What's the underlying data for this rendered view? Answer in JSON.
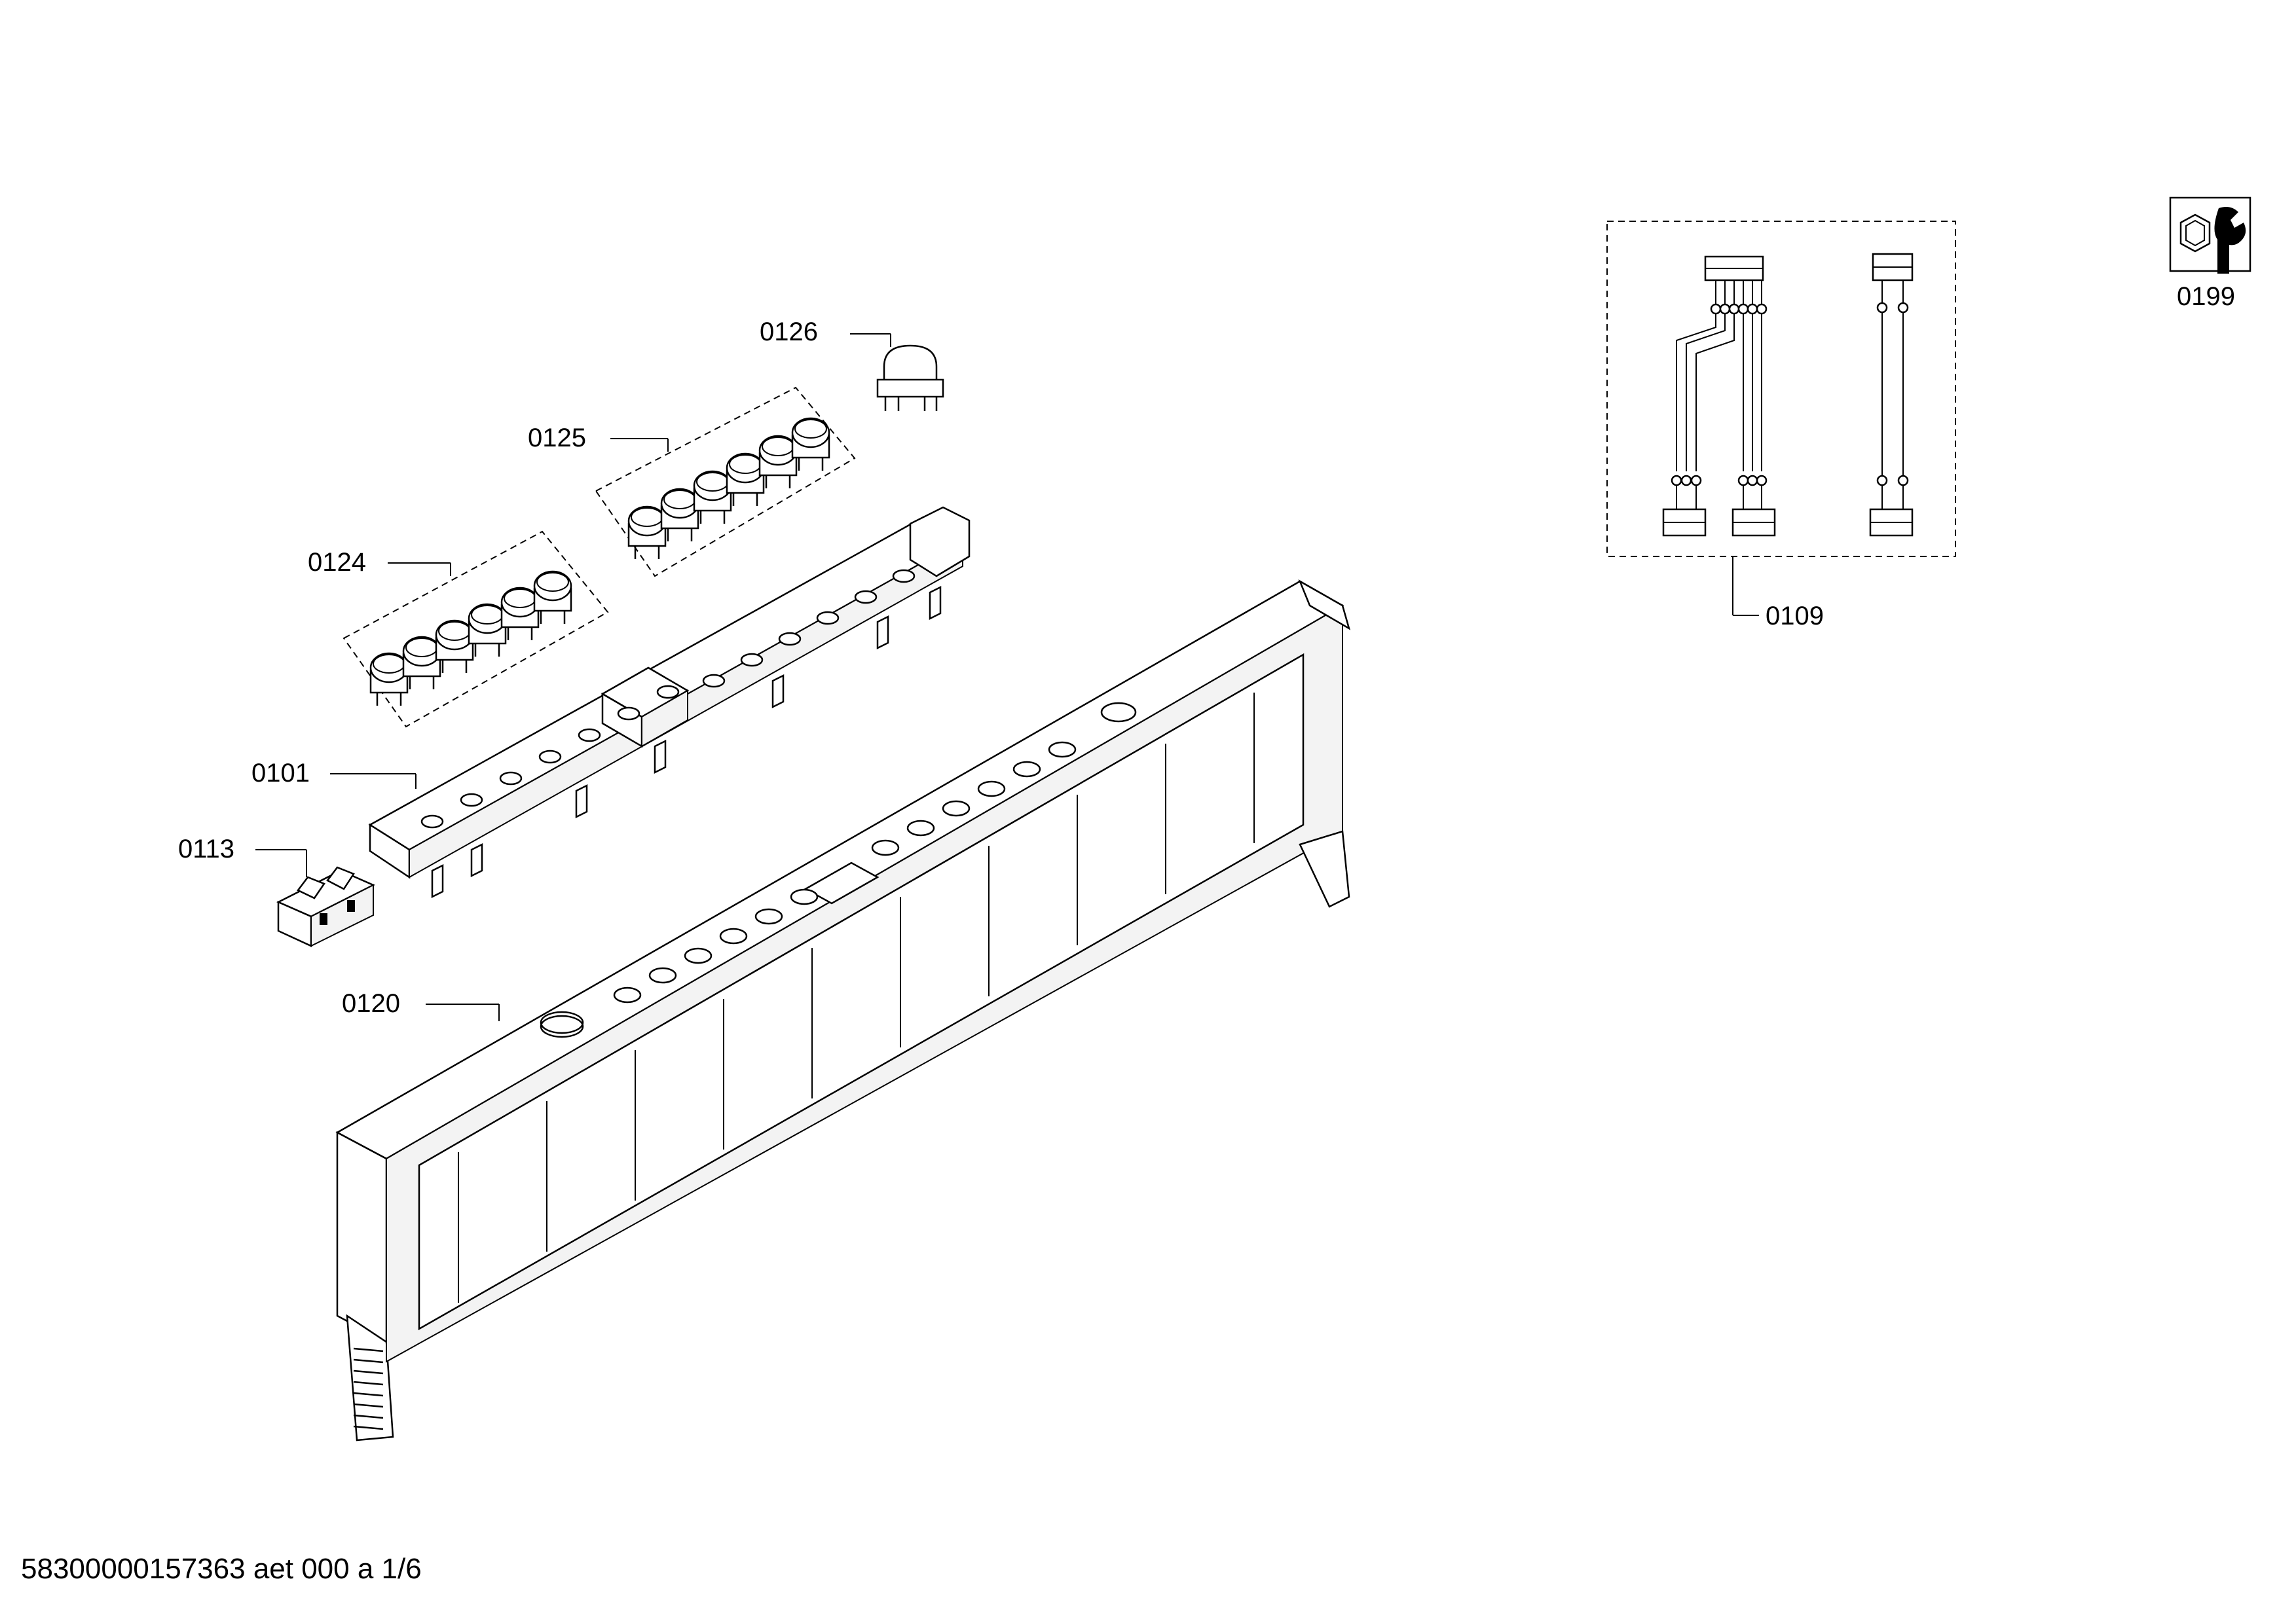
{
  "diagram": {
    "parts": [
      {
        "id": "p0126",
        "label": "0126"
      },
      {
        "id": "p0125",
        "label": "0125"
      },
      {
        "id": "p0124",
        "label": "0124"
      },
      {
        "id": "p0101",
        "label": "0101"
      },
      {
        "id": "p0113",
        "label": "0113"
      },
      {
        "id": "p0120",
        "label": "0120"
      },
      {
        "id": "p0109",
        "label": "0109"
      },
      {
        "id": "p0199",
        "label": "0199"
      }
    ],
    "footer": "58300000157363 aet 000 a 1/6"
  }
}
